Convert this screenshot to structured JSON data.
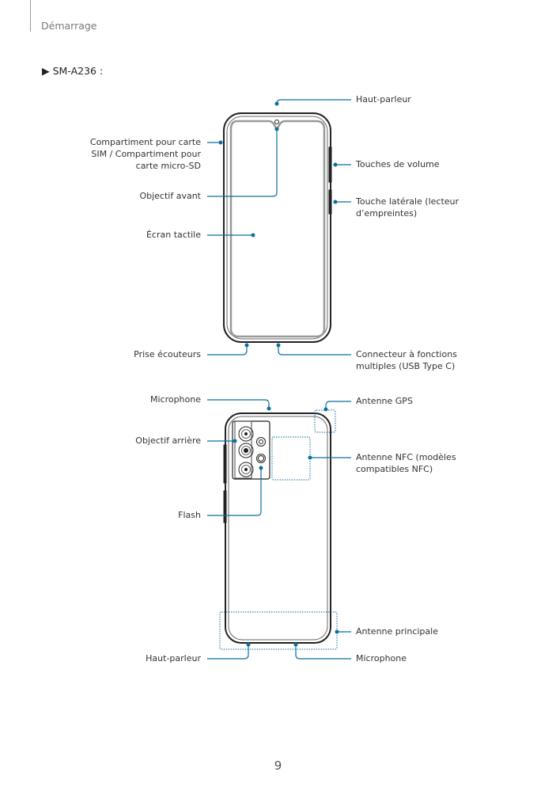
{
  "header": {
    "section": "Démarrage"
  },
  "model": {
    "marker": "▶",
    "name": "SM-A236 :"
  },
  "front": {
    "speaker": "Haut-parleur",
    "sim_tray": [
      "Compartiment pour carte",
      "SIM / Compartiment pour",
      "carte micro-SD"
    ],
    "front_camera": "Objectif avant",
    "touchscreen": "Écran tactile",
    "volume_keys": "Touches de volume",
    "side_key": [
      "Touche latérale (lecteur",
      "d’empreintes)"
    ],
    "earphone_jack": "Prise écouteurs",
    "usb_connector": [
      "Connecteur à fonctions",
      "multiples (USB Type C)"
    ]
  },
  "back": {
    "microphone_top": "Microphone",
    "gps_antenna": "Antenne GPS",
    "rear_camera": "Objectif arrière",
    "nfc_antenna": [
      "Antenne NFC (modèles",
      "compatibles NFC)"
    ],
    "flash": "Flash",
    "main_antenna": "Antenne principale",
    "speaker": "Haut-parleur",
    "microphone_bottom": "Microphone"
  },
  "page_number": "9",
  "colors": {
    "callout": "#0a6fa0"
  }
}
